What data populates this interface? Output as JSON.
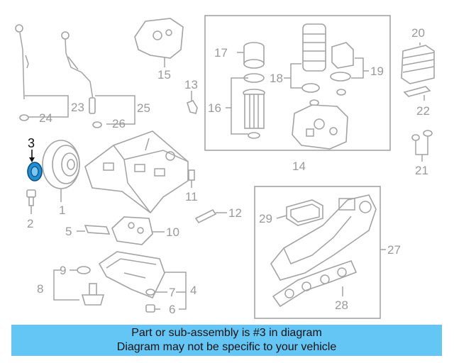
{
  "labels": {
    "l1": "1",
    "l2": "2",
    "l3": "3",
    "l4": "4",
    "l5": "5",
    "l6": "6",
    "l7": "7",
    "l8": "8",
    "l9": "9",
    "l10": "10",
    "l11": "11",
    "l12": "12",
    "l13": "13",
    "l14": "14",
    "l15": "15",
    "l16": "16",
    "l17": "17",
    "l18": "18",
    "l19": "19",
    "l20": "20",
    "l21": "21",
    "l22": "22",
    "l23": "23",
    "l24": "24",
    "l25": "25",
    "l26": "26",
    "l27": "27",
    "l28": "28",
    "l29": "29"
  },
  "highlighted_part": "3",
  "colors": {
    "highlight": "#1f8fd6",
    "banner": "#63c6f4",
    "lines": "#a3a3a3"
  },
  "banner": {
    "line1": "Part or sub-assembly is #3 in diagram",
    "line2": "Diagram may not be specific to your vehicle"
  }
}
